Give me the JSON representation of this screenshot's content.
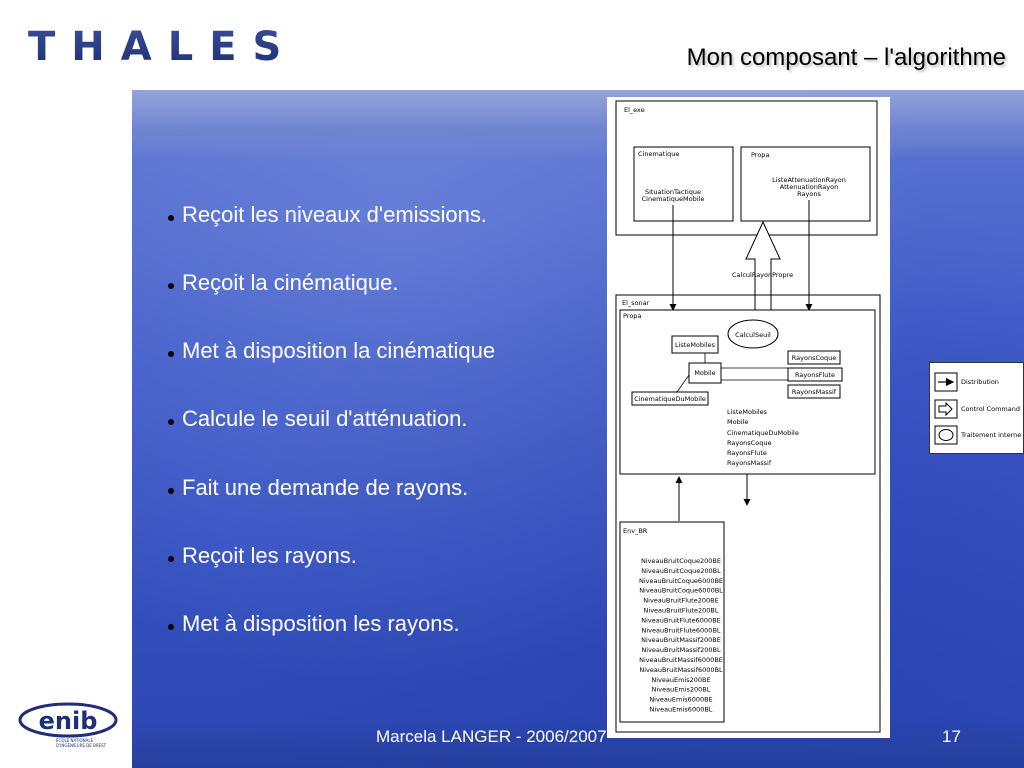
{
  "header": {
    "logo_text": "THALES",
    "title": "Mon composant – l'algorithme"
  },
  "bullets": [
    "Reçoit les niveaux d'emissions.",
    "Reçoit la cinématique.",
    "Met à disposition la cinématique",
    "Calcule le seuil d'atténuation.",
    "Fait une demande de rayons.",
    "Reçoit les rayons.",
    "Met à disposition les rayons."
  ],
  "footer": {
    "author": "Marcela LANGER - 2006/2007",
    "page_number": "17"
  },
  "enib_logo": {
    "text": "enib",
    "subtitle_lines": [
      "ÉCOLE NATIONALE",
      "D'INGÉNIEURS DE BREST"
    ]
  },
  "diagram": {
    "el_exe": {
      "label": "El_exe",
      "cinematique": {
        "label": "Cinematique",
        "items": [
          "SituationTactique",
          "CinematiqueMobile"
        ]
      },
      "propa": {
        "label": "Propa",
        "items": [
          "ListeAttenuationRayon",
          "AttenuationRayon",
          "Rayons"
        ]
      }
    },
    "arrow_label": "CalculRayonPropre",
    "el_sonar": {
      "label": "El_sonar",
      "propa_label": "Propa",
      "calcul_seuil": "CalculSeuil",
      "liste_mobiles": "ListeMobiles",
      "mobile": "Mobile",
      "cinematique_du_mobile": "CinematiqueDuMobile",
      "rayons_boxes": [
        "RayonsCoque",
        "RayonsFlute",
        "RayonsMassif"
      ],
      "output_list": [
        "ListeMobiles",
        "Mobile",
        "CinematiqueDuMobile",
        "RayonsCoque",
        "RayonsFlute",
        "RayonsMassif"
      ]
    },
    "env_br": {
      "label": "Env_BR",
      "items": [
        "NiveauBruitCoque200BE",
        "NiveauBruitCoque200BL",
        "NiveauBruitCoque6000BE",
        "NiveauBruitCoque6000BL",
        "NiveauBruitFlute200BE",
        "NiveauBruitFlute200BL",
        "NiveauBruitFlute6000BE",
        "NiveauBruitFlute6000BL",
        "NiveauBruitMassif200BE",
        "NiveauBruitMassif200BL",
        "NiveauBruitMassif6000BE",
        "NiveauBruitMassif6000BL",
        "NiveauEmis200BE",
        "NiveauEmis200BL",
        "NiveauEmis6000BE",
        "NiveauEmis6000BL"
      ]
    },
    "legend": [
      "Distribution",
      "Control Command",
      "Traitement interne"
    ]
  }
}
